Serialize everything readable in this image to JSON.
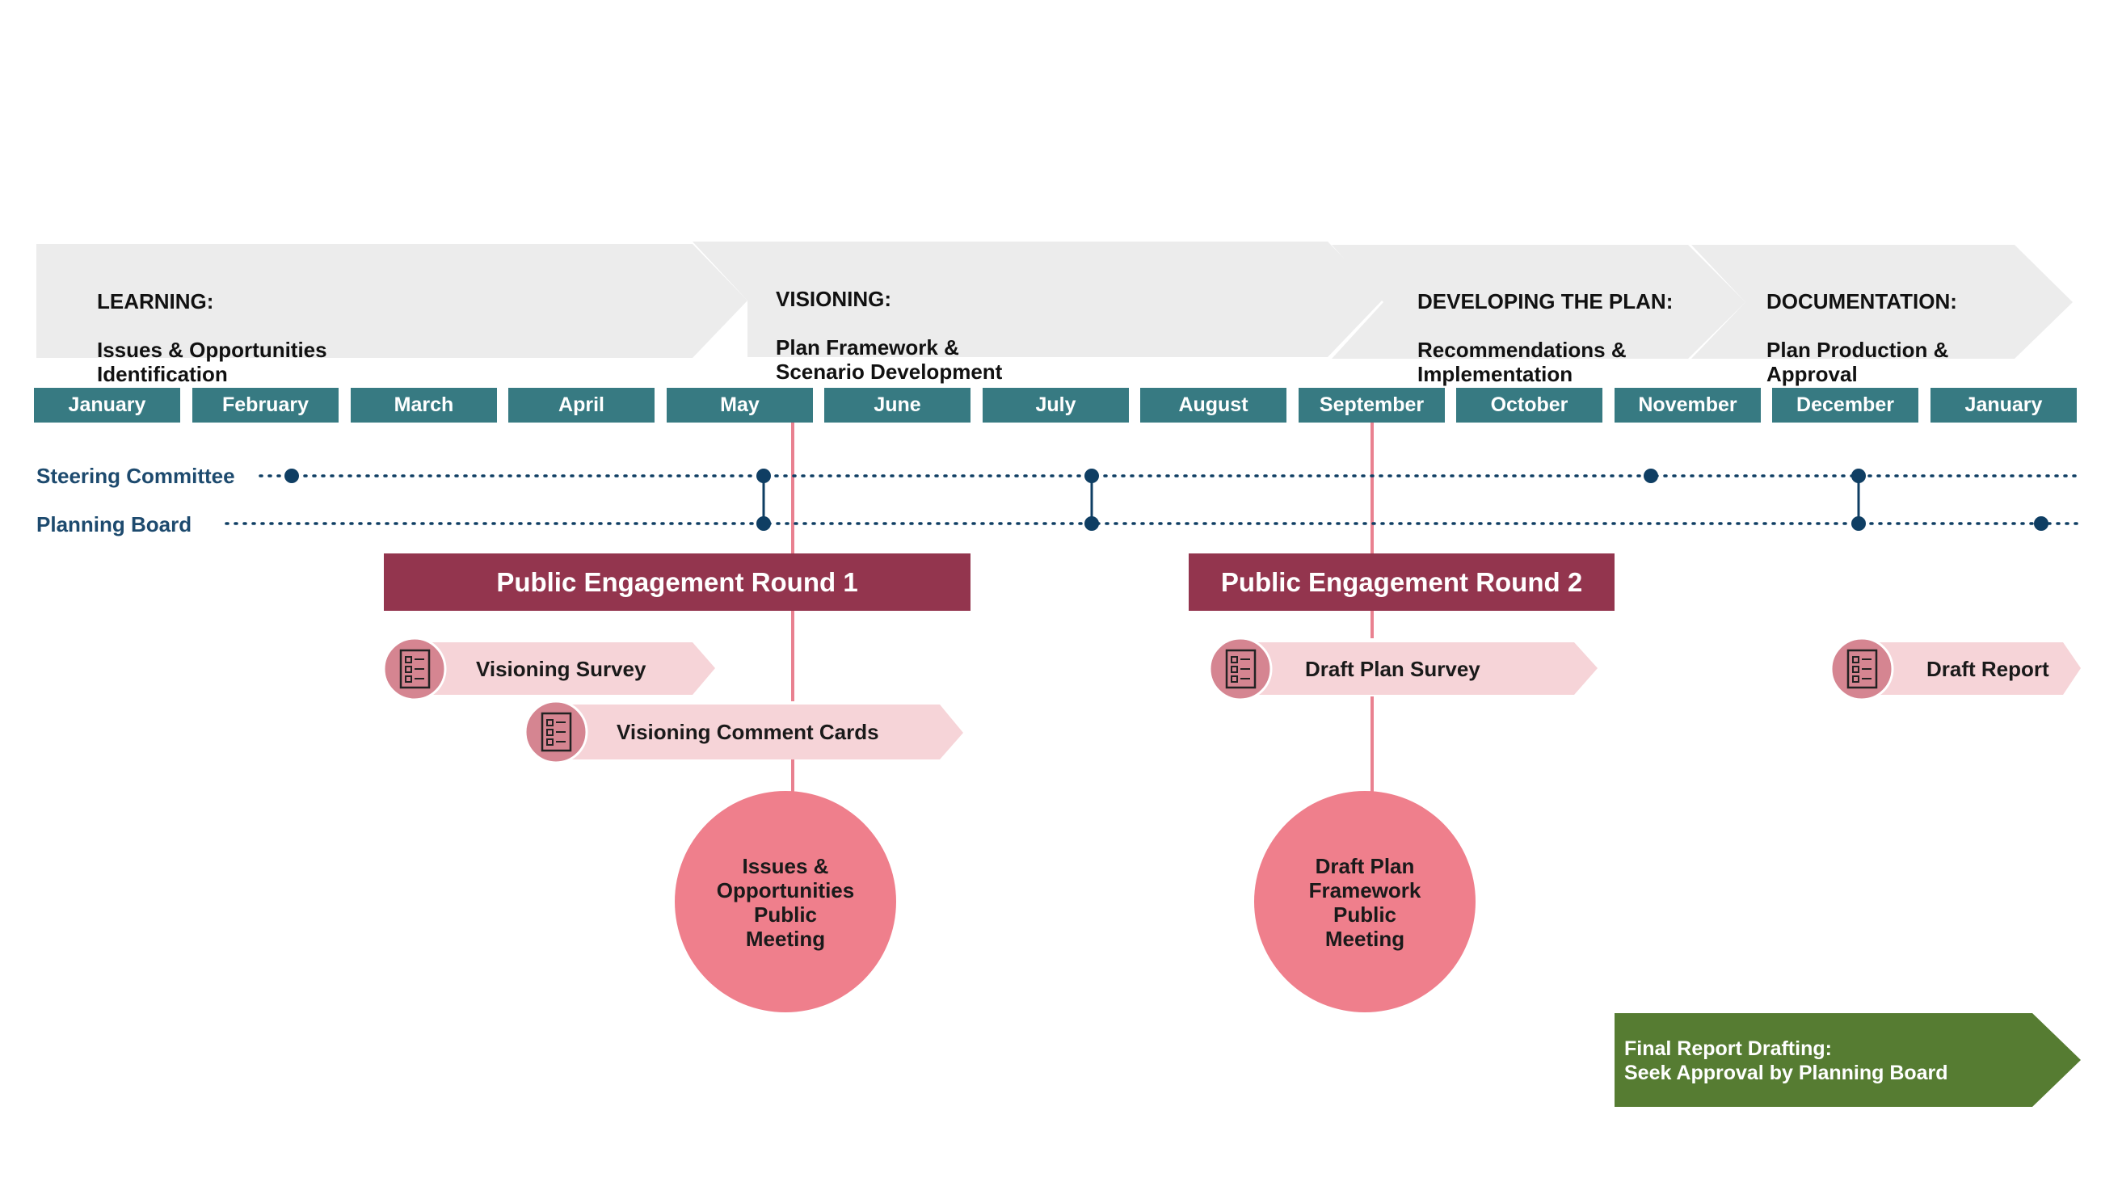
{
  "phases": [
    {
      "title": "LEARNING:",
      "subtitle": "Issues & Opportunities\nIdentification"
    },
    {
      "title": "VISIONING:",
      "subtitle": "Plan Framework &\nScenario Development"
    },
    {
      "title": "DEVELOPING THE PLAN:",
      "subtitle": "Recommendations &\nImplementation"
    },
    {
      "title": "DOCUMENTATION:",
      "subtitle": "Plan Production &\nApproval"
    }
  ],
  "months": [
    "January",
    "February",
    "March",
    "April",
    "May",
    "June",
    "July",
    "August",
    "September",
    "October",
    "November",
    "December",
    "January"
  ],
  "rows": {
    "steering": "Steering Committee",
    "planning": "Planning Board"
  },
  "engagement": [
    {
      "header": "Public Engagement Round 1"
    },
    {
      "header": "Public Engagement Round 2"
    }
  ],
  "items": {
    "visioning_survey": "Visioning Survey",
    "comment_cards": "Visioning Comment Cards",
    "draft_plan_survey": "Draft Plan Survey",
    "draft_report": "Draft Report"
  },
  "meetings": {
    "m1": "Issues &\nOpportunities\nPublic\nMeeting",
    "m2": "Draft Plan\nFramework\nPublic\nMeeting"
  },
  "final": "Final Report Drafting:\nSeek Approval by Planning Board",
  "icon": "survey-form-icon",
  "colors": {
    "phase_bg": "#ececec",
    "month_bg": "#377a82",
    "navy": "#0f3e63",
    "header_bg": "#93354e",
    "pink_line": "#e98190",
    "arrow_pink": "#f6d4d8",
    "icon_circle": "#d58591",
    "meeting_circle": "#ef7f8c",
    "final_green": "#567c32"
  }
}
